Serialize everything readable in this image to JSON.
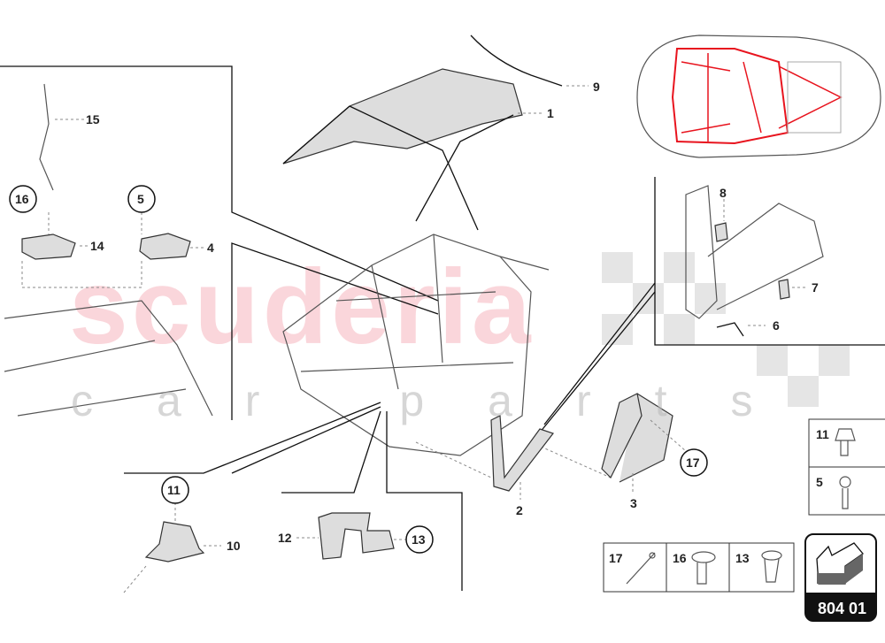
{
  "diagram": {
    "callouts": {
      "c1": "1",
      "c2": "2",
      "c3": "3",
      "c4": "4",
      "c5": "5",
      "c6": "6",
      "c7": "7",
      "c8": "8",
      "c9": "9",
      "c10": "10",
      "c11": "11",
      "c12": "12",
      "c13": "13",
      "c14": "14",
      "c15": "15",
      "c16": "16",
      "c17": "17"
    },
    "fastener_boxes": {
      "right": [
        "11",
        "5"
      ],
      "bottom": [
        "17",
        "16",
        "13"
      ]
    },
    "badge": "804 01",
    "watermark": {
      "main": "scuderia",
      "sub": "car parts"
    },
    "colors": {
      "highlight": "#e8141e",
      "watermark": "#f4a6b0",
      "badge": "#111111"
    }
  }
}
